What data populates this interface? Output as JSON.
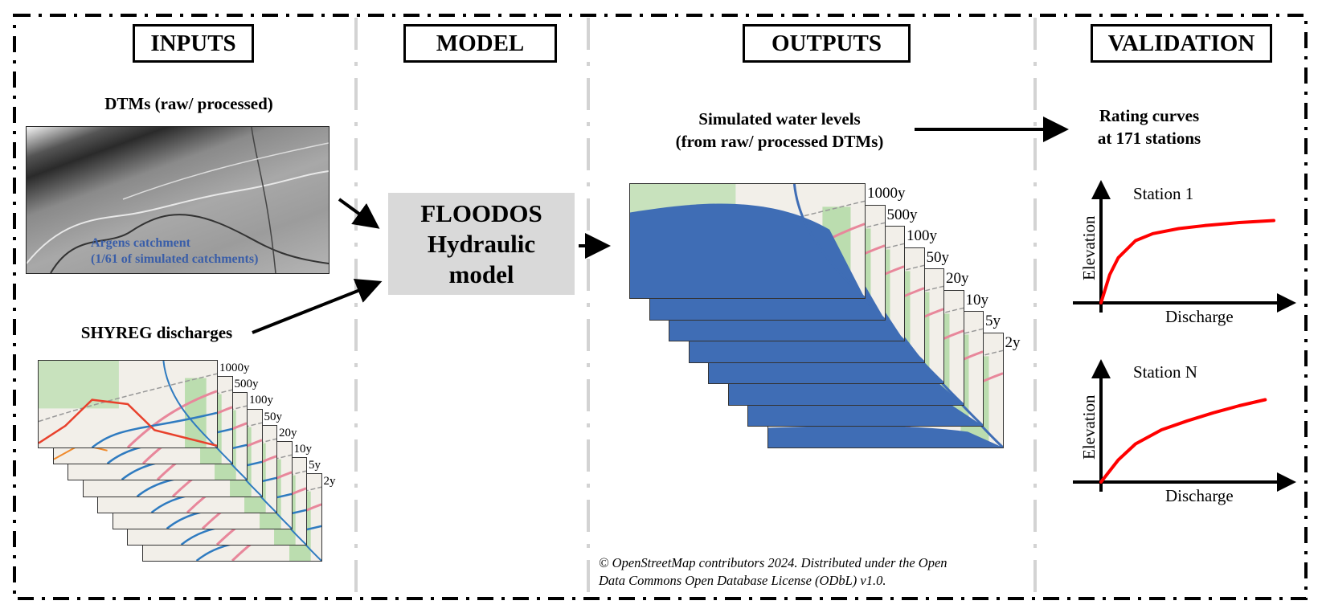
{
  "sections": {
    "inputs": {
      "title": "INPUTS"
    },
    "model": {
      "title": "MODEL"
    },
    "outputs": {
      "title": "OUTPUTS"
    },
    "validation": {
      "title": "VALIDATION"
    }
  },
  "inputs": {
    "dtm_label": "DTMs (raw/ processed)",
    "dtm_caption_line1": "Argens catchment",
    "dtm_caption_line2": "(1/61 of simulated catchments)",
    "shyreg_label": "SHYREG discharges",
    "return_periods": [
      "1000y",
      "500y",
      "100y",
      "50y",
      "20y",
      "10y",
      "5y",
      "2y"
    ]
  },
  "model": {
    "line1": "FLOODOS",
    "line2": "Hydraulic",
    "line3": "model"
  },
  "outputs": {
    "label_line1": "Simulated water levels",
    "label_line2": "(from raw/ processed DTMs)",
    "return_periods": [
      "1000y",
      "500y",
      "100y",
      "50y",
      "20y",
      "10y",
      "5y",
      "2y"
    ],
    "credit_line1": "© OpenStreetMap contributors 2024. Distributed under the Open",
    "credit_line2": "Data Commons Open Database License (ODbL) v1.0."
  },
  "validation": {
    "label_line1": "Rating curves",
    "label_line2": "at 171 stations"
  },
  "colors": {
    "map_water": "#3f6db5",
    "map_bg": "#f2efe9",
    "map_green": "#acd8a0",
    "curve": "#ff0000",
    "model_box": "#d9d9d9",
    "caption_blue": "#3a5ea8",
    "divider": "#d0d0d0"
  },
  "chart_data": [
    {
      "type": "line",
      "title": "Station 1",
      "xlabel": "Discharge",
      "ylabel": "Elevation",
      "x": [
        0,
        0.05,
        0.1,
        0.2,
        0.3,
        0.45,
        0.6,
        0.8,
        1.0
      ],
      "values": [
        0,
        0.28,
        0.45,
        0.62,
        0.69,
        0.74,
        0.77,
        0.8,
        0.82
      ],
      "xlim": [
        0,
        1
      ],
      "ylim": [
        0,
        1
      ],
      "grid": false
    },
    {
      "type": "line",
      "title": "Station N",
      "xlabel": "Discharge",
      "ylabel": "Elevation",
      "x": [
        0,
        0.1,
        0.2,
        0.35,
        0.5,
        0.65,
        0.8,
        0.95
      ],
      "values": [
        0,
        0.22,
        0.38,
        0.52,
        0.61,
        0.69,
        0.76,
        0.82
      ],
      "xlim": [
        0,
        1
      ],
      "ylim": [
        0,
        1
      ],
      "grid": false
    }
  ]
}
